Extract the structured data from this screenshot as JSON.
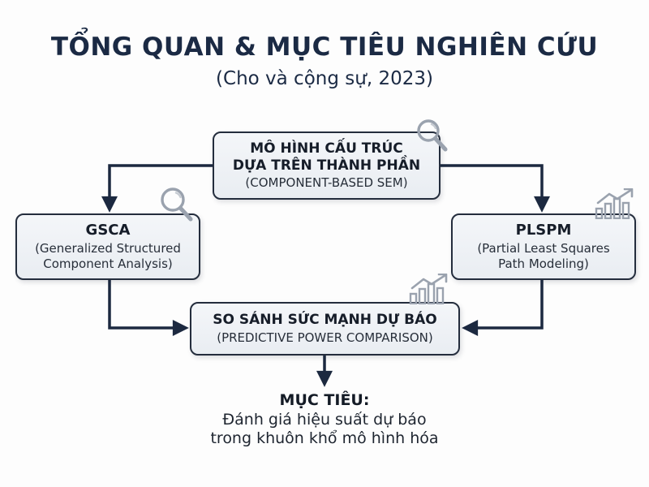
{
  "header": {
    "title": "TỔNG QUAN & MỤC TIÊU NGHIÊN CỨU",
    "subtitle": "(Cho và cộng sự, 2023)"
  },
  "nodes": {
    "root": {
      "line1": "MÔ HÌNH CẤU TRÚC",
      "line2": "DỰA TRÊN THÀNH PHẦN",
      "sub": "(COMPONENT-BASED SEM)",
      "badge_icon": "magnifier-icon"
    },
    "gsca": {
      "title": "GSCA",
      "sub": "(Generalized Structured Component Analysis)",
      "badge_icon": "magnifier-icon"
    },
    "plspm": {
      "title": "PLSPM",
      "sub": "(Partial Least Squares Path Modeling)",
      "badge_icon": "growth-chart-icon"
    },
    "compare": {
      "title": "SO SÁNH SỨC MẠNH DỰ BÁO",
      "sub": "(PREDICTIVE POWER COMPARISON)",
      "badge_icon": "growth-chart-icon"
    }
  },
  "objective": {
    "label": "MỤC TIÊU:",
    "line1": "Đánh giá hiệu suất dự báo",
    "line2": "trong khuôn khổ mô hình hóa"
  },
  "connectors": [
    "root-to-gsca",
    "root-to-plspm",
    "gsca-to-compare",
    "plspm-to-compare",
    "compare-to-objective"
  ],
  "colors": {
    "background": "#ffffff",
    "navy": "#1b2a44",
    "box_border": "#242d3d",
    "box_fill": "#eef1f5",
    "arrow": "#1c2940",
    "icon_gray": "#9aa2ae",
    "text_dark": "#1e2530"
  }
}
